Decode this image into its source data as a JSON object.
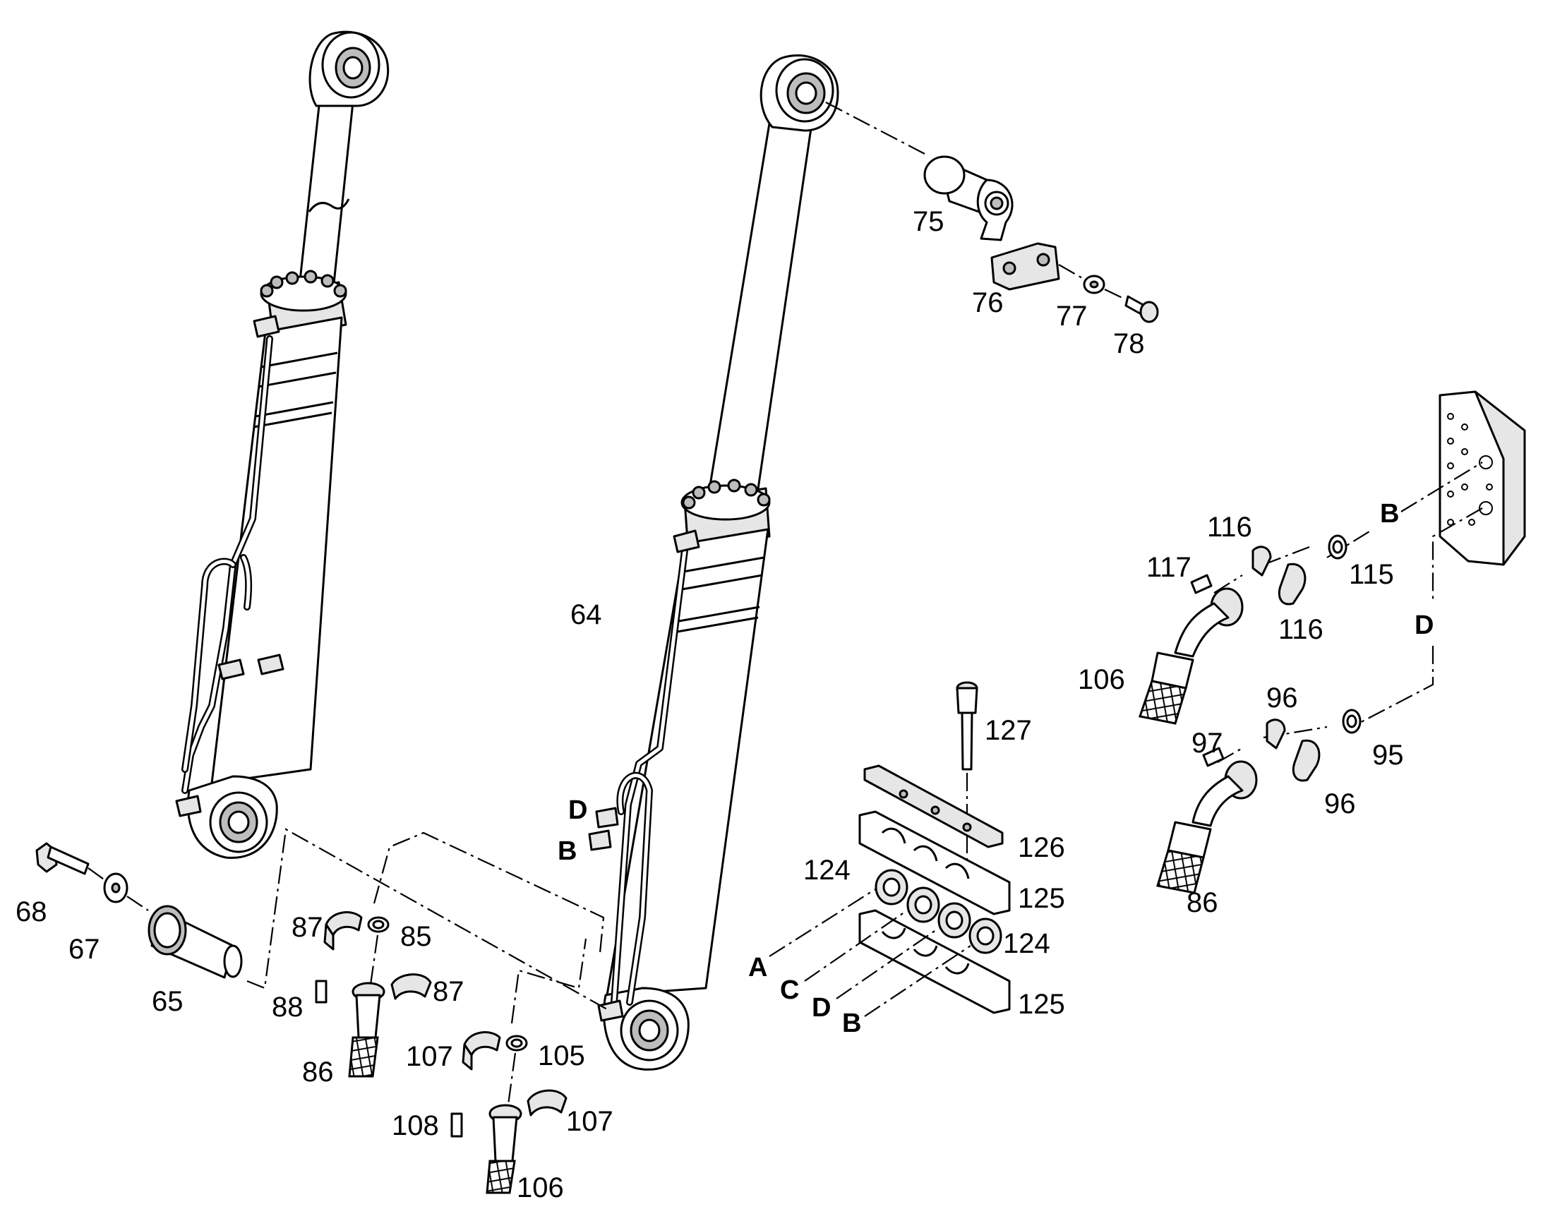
{
  "figure": {
    "type": "exploded parts diagram",
    "callouts": [
      {
        "id": "c64",
        "text": "64"
      },
      {
        "id": "c65",
        "text": "65"
      },
      {
        "id": "c67",
        "text": "67"
      },
      {
        "id": "c68",
        "text": "68"
      },
      {
        "id": "c75",
        "text": "75"
      },
      {
        "id": "c76",
        "text": "76"
      },
      {
        "id": "c77",
        "text": "77"
      },
      {
        "id": "c78",
        "text": "78"
      },
      {
        "id": "c85",
        "text": "85"
      },
      {
        "id": "c86a",
        "text": "86"
      },
      {
        "id": "c86b",
        "text": "86"
      },
      {
        "id": "c87a",
        "text": "87"
      },
      {
        "id": "c87b",
        "text": "87"
      },
      {
        "id": "c88",
        "text": "88"
      },
      {
        "id": "c95",
        "text": "95"
      },
      {
        "id": "c96a",
        "text": "96"
      },
      {
        "id": "c96b",
        "text": "96"
      },
      {
        "id": "c97",
        "text": "97"
      },
      {
        "id": "c105",
        "text": "105"
      },
      {
        "id": "c106a",
        "text": "106"
      },
      {
        "id": "c106b",
        "text": "106"
      },
      {
        "id": "c107a",
        "text": "107"
      },
      {
        "id": "c107b",
        "text": "107"
      },
      {
        "id": "c108",
        "text": "108"
      },
      {
        "id": "c115",
        "text": "115"
      },
      {
        "id": "c116a",
        "text": "116"
      },
      {
        "id": "c116b",
        "text": "116"
      },
      {
        "id": "c117",
        "text": "117"
      },
      {
        "id": "c124a",
        "text": "124"
      },
      {
        "id": "c124b",
        "text": "124"
      },
      {
        "id": "c125a",
        "text": "125"
      },
      {
        "id": "c125b",
        "text": "125"
      },
      {
        "id": "c126",
        "text": "126"
      },
      {
        "id": "c127",
        "text": "127"
      }
    ],
    "connection_letters": [
      {
        "id": "lD1",
        "text": "D"
      },
      {
        "id": "lB1",
        "text": "B"
      },
      {
        "id": "lA2",
        "text": "A"
      },
      {
        "id": "lC2",
        "text": "C"
      },
      {
        "id": "lD2",
        "text": "D"
      },
      {
        "id": "lB2",
        "text": "B"
      },
      {
        "id": "lB3",
        "text": "B"
      },
      {
        "id": "lD3",
        "text": "D"
      }
    ]
  }
}
